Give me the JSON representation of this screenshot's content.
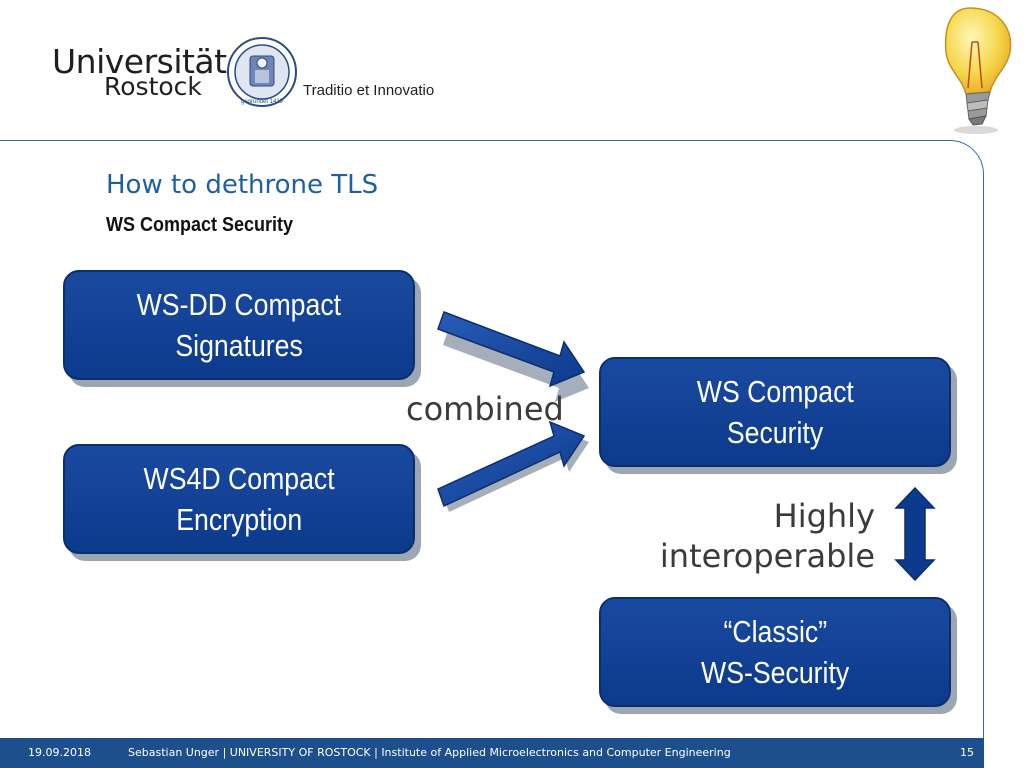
{
  "header": {
    "logo_line1": "Universität",
    "logo_line2": "Rostock",
    "seal_text": "gegründet 1419",
    "motto": "Traditio et Innovatio"
  },
  "slide": {
    "title": "How to dethrone TLS",
    "subtitle": "WS Compact Security"
  },
  "diagram": {
    "boxes": [
      {
        "lines": [
          "WS-DD Compact",
          "Signatures"
        ]
      },
      {
        "lines": [
          "WS4D Compact",
          "Encryption"
        ]
      },
      {
        "lines": [
          "WS Compact",
          "Security"
        ]
      },
      {
        "lines": [
          "“Classic”",
          "WS-Security"
        ]
      }
    ],
    "label_combined": "combined",
    "label_interoperable": [
      "Highly",
      "interoperable"
    ],
    "box_color": "#0c3a8c",
    "text_color": "#3b3b3b"
  },
  "footer": {
    "date": "19.09.2018",
    "info": "Sebastian Unger | UNIVERSITY OF ROSTOCK | Institute of Applied Microelectronics and Computer Engineering",
    "page": "15",
    "color": "#1d4f8c"
  }
}
